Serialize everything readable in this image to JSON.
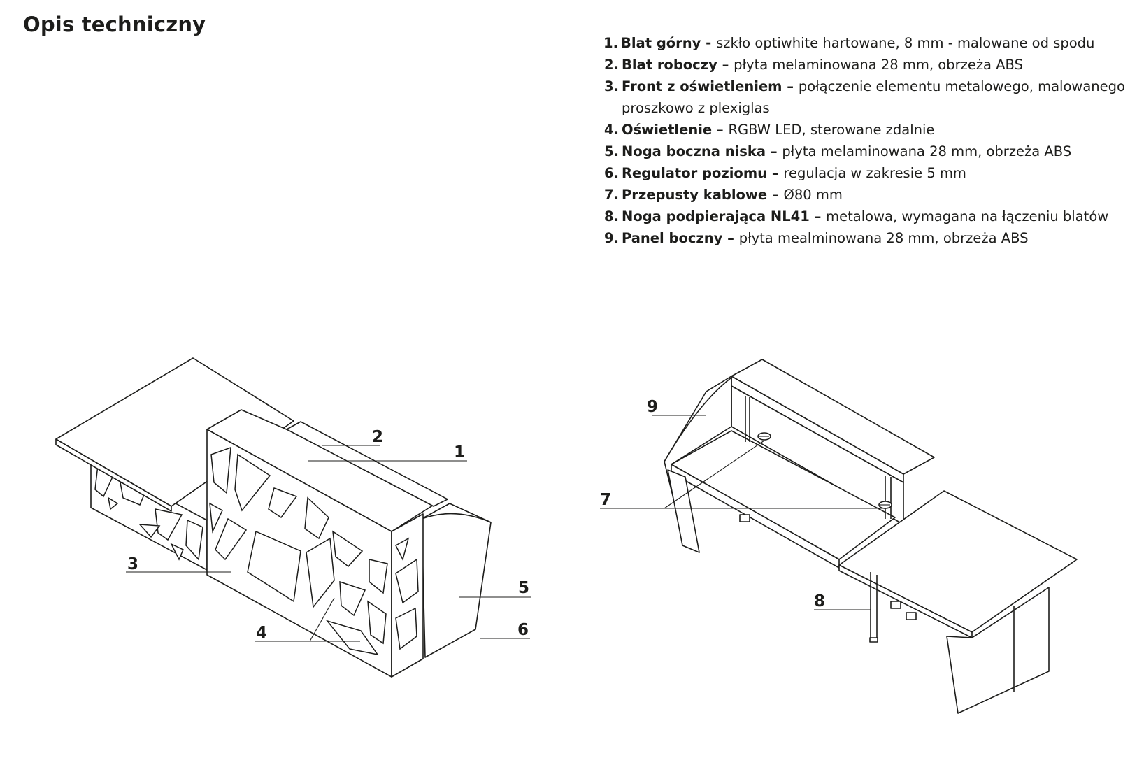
{
  "title": "Opis techniczny",
  "specs": [
    {
      "num": "1.",
      "name": "Blat górny",
      "dash": " - ",
      "desc": "szkło optiwhite hartowane, 8 mm - malowane od spodu"
    },
    {
      "num": "2.",
      "name": "Blat roboczy",
      "dash": " – ",
      "desc": "płyta melaminowana 28 mm, obrzeża ABS"
    },
    {
      "num": "3.",
      "name": "Front z oświetleniem",
      "dash": " – ",
      "desc": "połączenie elementu metalowego, malowanego proszkowo z plexiglas"
    },
    {
      "num": "4.",
      "name": "Oświetlenie",
      "dash": " – ",
      "desc": "RGBW LED, sterowane zdalnie"
    },
    {
      "num": "5.",
      "name": "Noga boczna niska",
      "dash": " – ",
      "desc": "płyta melaminowana 28 mm, obrzeża ABS"
    },
    {
      "num": "6.",
      "name": "Regulator poziomu",
      "dash": " – ",
      "desc": "regulacja w zakresie 5 mm"
    },
    {
      "num": "7.",
      "name": "Przepusty kablowe",
      "dash": " – ",
      "desc": "Ø80 mm"
    },
    {
      "num": "8.",
      "name": "Noga podpierająca NL41",
      "dash": " – ",
      "desc": "metalowa, wymagana na łączeniu blatów"
    },
    {
      "num": "9.",
      "name": "Panel boczny",
      "dash": " – ",
      "desc": "płyta mealminowana 28 mm, obrzeża ABS"
    }
  ],
  "callouts": {
    "c1": "1",
    "c2": "2",
    "c3": "3",
    "c4": "4",
    "c5": "5",
    "c6": "6",
    "c7": "7",
    "c8": "8",
    "c9": "9"
  }
}
